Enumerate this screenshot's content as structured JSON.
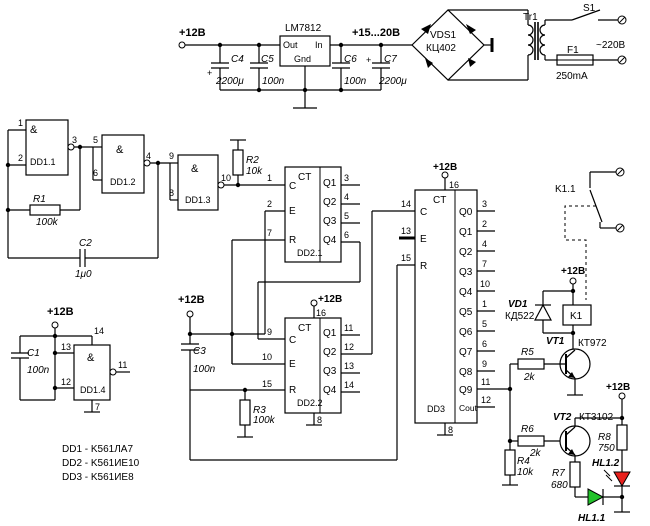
{
  "power_supply": {
    "v12_label": "+12В",
    "v15_label": "+15...20В",
    "regulator": {
      "name": "LM7812",
      "pin_out": "Out",
      "pin_in": "In",
      "pin_gnd": "Gnd"
    },
    "c4": {
      "ref": "C4",
      "plus": "+",
      "value": "2200μ"
    },
    "c5": {
      "ref": "C5",
      "value": "100n"
    },
    "c6": {
      "ref": "C6",
      "value": "100n"
    },
    "c7": {
      "ref": "C7",
      "plus": "+",
      "value": "2200μ"
    },
    "bridge": {
      "ref": "VDS1",
      "type": "КЦ402"
    },
    "transformer": {
      "ref": "Tr1"
    },
    "switch": {
      "ref": "S1"
    },
    "fuse": {
      "ref": "F1",
      "value": "250mA"
    },
    "mains": "~220В"
  },
  "oscillator": {
    "dd11": "DD1.1",
    "dd12": "DD1.2",
    "dd13": "DD1.3",
    "and_symbol": "&",
    "r1": {
      "ref": "R1",
      "value": "100k"
    },
    "c2": {
      "ref": "C2",
      "value": "1μ0"
    },
    "r2": {
      "ref": "R2",
      "value": "10k"
    },
    "pins": [
      "1",
      "2",
      "3",
      "5",
      "6",
      "4",
      "9",
      "8",
      "10"
    ]
  },
  "dd21": {
    "name": "DD2.1",
    "header": "CT",
    "in_labels": [
      "C",
      "E",
      "R"
    ],
    "out_labels": [
      "Q1",
      "Q2",
      "Q3",
      "Q4"
    ],
    "in_pins": [
      "1",
      "2",
      "7"
    ],
    "out_pins": [
      "3",
      "4",
      "5",
      "6"
    ]
  },
  "dd22": {
    "name": "DD2.2",
    "header": "CT",
    "in_labels": [
      "C",
      "E",
      "R"
    ],
    "out_labels": [
      "Q1",
      "Q2",
      "Q3",
      "Q4"
    ],
    "in_pins": [
      "9",
      "10",
      "15"
    ],
    "out_pins": [
      "11",
      "12",
      "13",
      "14"
    ],
    "power_pin": "16",
    "power_label": "+12В",
    "gnd_pin": "8"
  },
  "dd3": {
    "name": "DD3",
    "header": "CT",
    "in_labels": [
      "C",
      "E",
      "R"
    ],
    "in_pins": [
      "14",
      "13",
      "15"
    ],
    "out_labels": [
      "Q0",
      "Q1",
      "Q2",
      "Q3",
      "Q4",
      "Q5",
      "Q6",
      "Q7",
      "Q8",
      "Q9",
      "Cout"
    ],
    "out_pins": [
      "3",
      "2",
      "4",
      "7",
      "10",
      "1",
      "5",
      "6",
      "9",
      "11",
      "12"
    ],
    "power_pin": "16",
    "power_label": "+12В",
    "gnd_pin": "8"
  },
  "reset": {
    "v12_label": "+12В",
    "c3": {
      "ref": "C3",
      "value": "100n"
    },
    "r3": {
      "ref": "R3",
      "value": "100k"
    }
  },
  "dd14": {
    "name": "DD1.4",
    "and_symbol": "&",
    "v12_label": "+12В",
    "c1": {
      "ref": "C1",
      "value": "100n"
    },
    "pins": [
      "14",
      "13",
      "12",
      "11",
      "7"
    ]
  },
  "legend": [
    "DD1 - K561ЛА7",
    "DD2 - K561ИЕ10",
    "DD3 - K561ИЕ8"
  ],
  "output_stage": {
    "relay_contact": "K1.1",
    "relay_coil": "K1",
    "relay_v12": "+12В",
    "vd1": {
      "ref": "VD1",
      "type": "КД522"
    },
    "vt1": {
      "ref": "VT1",
      "type": "КТ972"
    },
    "vt2": {
      "ref": "VT2",
      "type": "КТ3102"
    },
    "r4": {
      "ref": "R4",
      "value": "10k"
    },
    "r5": {
      "ref": "R5",
      "value": "2k"
    },
    "r6": {
      "ref": "R6",
      "value": "2k"
    },
    "r7": {
      "ref": "R7",
      "value": "680"
    },
    "r8": {
      "ref": "R8",
      "value": "750"
    },
    "hl11": "HL1.1",
    "hl12": "HL1.2",
    "led_v12": "+12В",
    "led_colors": {
      "green": "#22c22a",
      "red": "#e8201c"
    }
  }
}
